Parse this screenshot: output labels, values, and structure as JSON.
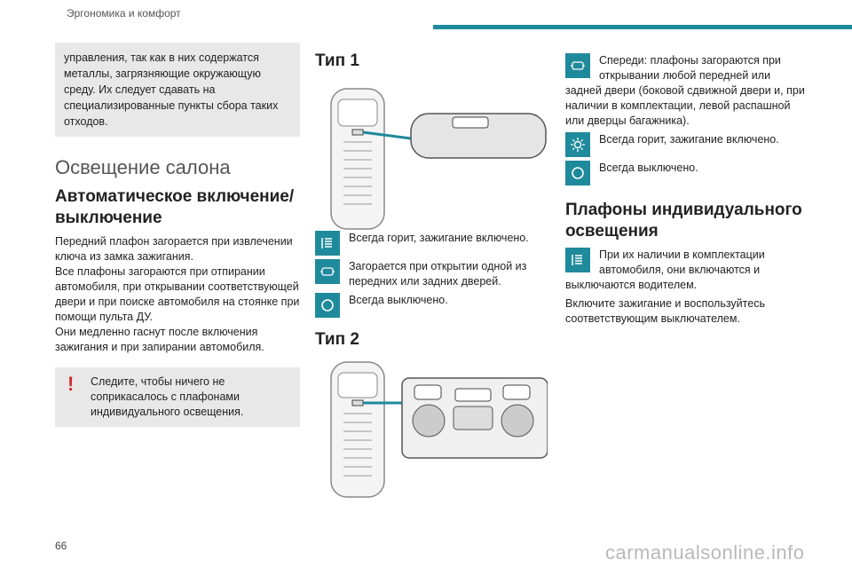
{
  "header": {
    "title": "Эргономика и комфорт",
    "accent": "#1f8a9b"
  },
  "footer": {
    "page_number": "66",
    "watermark": "carmanualsonline.info"
  },
  "col1": {
    "intro_box": "управления, так как в них содержатся металлы, загрязняющие окружающую среду. Их следует сдавать на специализированные пункты сбора таких отходов.",
    "section_title": "Освещение салона",
    "subsection_title": "Автоматическое включение/выключение",
    "paragraphs": [
      "Передний плафон загорается при извлечении ключа из замка зажигания.",
      "Все плафоны загораются при отпирании автомобиля, при открывании соответствующей двери и при поиске автомобиля на стоянке при помощи пульта ДУ.",
      "Они медленно гаснут после включения зажигания и при запирании автомобиля."
    ],
    "warning": "Следите, чтобы ничего не соприкасалось с плафонами индивидуального освещения."
  },
  "col2": {
    "type1_title": "Тип 1",
    "type1_rows": [
      {
        "icon": "light-on-icon",
        "text": "Всегда горит, зажигание включено."
      },
      {
        "icon": "door-light-icon",
        "text": "Загорается при открытии одной из передних или задних дверей."
      },
      {
        "icon": "off-icon",
        "text": "Всегда выключено."
      }
    ],
    "type2_title": "Тип 2"
  },
  "col3": {
    "front_text": "Спереди: плафоны загораются при открывании любой передней или задней двери (боковой сдвижной двери и, при наличии в комплектации, левой распашной или дверцы багажника).",
    "always_on": "Всегда горит, зажигание включено.",
    "always_off": "Всегда выключено.",
    "subsection_title": "Плафоны индивидуального освещения",
    "individual_text": "При их наличии в комплектации автомобиля, они включаются и выключаются водителем.",
    "closing_text": "Включите зажигание и воспользуйтесь соответствующим выключателем."
  },
  "colors": {
    "accent": "#1f8a9b",
    "warning": "#d32a2a",
    "box": "#e8e8e8"
  }
}
